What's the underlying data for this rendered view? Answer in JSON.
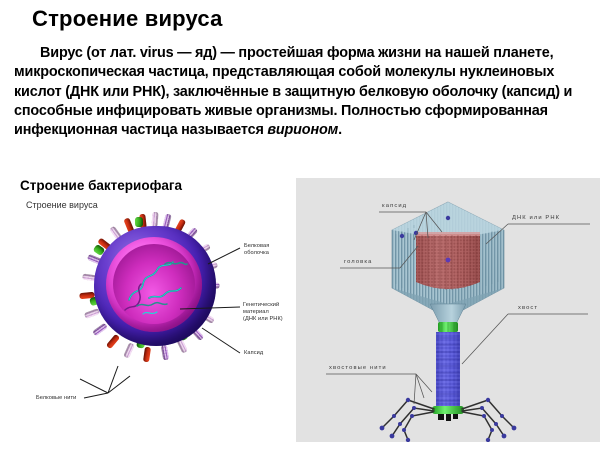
{
  "slide": {
    "title": "Строение вируса",
    "body_part1": "Вирус (от лат. virus — яд) — простейшая форма жизни на нашей планете, микроскопическая частица, представляющая собой молекулы нуклеиновых кислот (ДНК или РНК), заключённые в защитную белковую оболочку (капсид) и способные инфицировать живые организмы. Полностью сформированная инфекционная частица называется ",
    "body_italic": "вирионом",
    "body_part2": "."
  },
  "left_figure": {
    "heading": "Строение бактериофага",
    "subheading": "Строение вируса",
    "labels": {
      "envelope": "Белковая\nоболочка",
      "envelope_line1": "Белковая",
      "envelope_line2": "оболочка",
      "genetic_line1": "Генетический",
      "genetic_line2": "материал",
      "genetic_line3": "(ДНК или РНК)",
      "capsid": "Капсид",
      "filaments": "Белковые нити"
    },
    "colors": {
      "envelope_outer": "#4a22b8",
      "envelope_inner": "#d22fc4",
      "spike_red": "#c0270d",
      "spike_green": "#2fa517",
      "spike_pink": "#cfa6d6",
      "background": "#ffffff"
    }
  },
  "right_figure": {
    "labels": {
      "capsid": "капсид",
      "dna_rna": "ДНК или РНК",
      "head": "головка",
      "tail": "хвост",
      "tail_fibers": "хвостовые нити"
    },
    "colors": {
      "background": "#e2e2e2",
      "capsid_shell": "#9bb9c7",
      "dna_core": "#b05a5a",
      "tail_sheath": "#5a5ad0",
      "collar_green": "#3fc43f",
      "fiber": "#303030",
      "joint_dot": "#3a3a9e"
    }
  }
}
